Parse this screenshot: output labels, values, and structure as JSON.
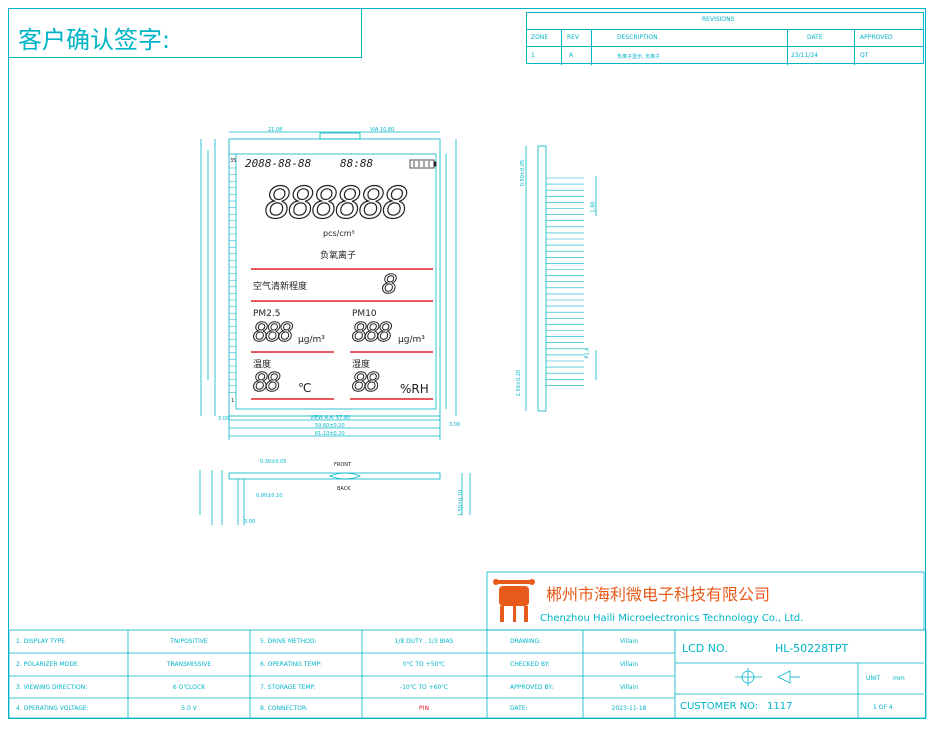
{
  "header": {
    "customer_sign": "客户确认签字:"
  },
  "revisions": {
    "title": "REVISIONS",
    "columns": [
      "ZONE",
      "REV",
      "DESCRIPTION",
      "DATE",
      "APPROVED"
    ],
    "row": {
      "zone": "1",
      "rev": "A",
      "description": "负离子显示, 负离子",
      "date": "23/11/24",
      "approved": "QT"
    }
  },
  "lcd": {
    "date_time": "2088-88-88",
    "time": "88:88",
    "big_digits": "888888",
    "unit_pcs": "pcs/cm³",
    "label_neg_ion": "负氧离子",
    "label_air_clean": "空气清新程度",
    "air_digit": "8",
    "label_pm25": "PM2.5",
    "pm25_digits": "888",
    "label_pm10": "PM10",
    "pm10_digits": "888",
    "unit_ug": "μg/m³",
    "label_temp": "温度",
    "temp_digits": "88",
    "temp_unit": "℃",
    "label_humidity": "湿度",
    "humidity_digits": "88",
    "humidity_unit": "%RH",
    "pin1": "1",
    "pin35": "35"
  },
  "dimensions": {
    "d_top_left": "21.08",
    "d_top_right": "VIA 10.80",
    "d_width_inner": "VIEW A.A. 57.80",
    "d_width_mid": "59.60±0.20",
    "d_width_outer": "61.10±0.20",
    "d_left_h": "3.00",
    "d_right_h": "3.00",
    "side_top": "0.50±0.05",
    "side_pitch": "1.80",
    "side_bottom": "2.50±0.20",
    "side_pin": "P1.8",
    "front": "FRONT",
    "back": "BACK",
    "bottom_a": "0.30±0.05",
    "bottom_b": "0.90±0.10",
    "bottom_c": "3.00",
    "bottom_d": "1.50±0.10"
  },
  "company": {
    "name_cn": "郴州市海利微电子科技有限公司",
    "name_en": "Chenzhou Haili Microelectronics Technology Co., Ltd.",
    "brand_color": "#e85a1a"
  },
  "spec_table": {
    "rows": [
      {
        "l1": "1. DISPLAY TYPE",
        "v1": "TN/POSITIVE",
        "l2": "5. DRIVE METHOD:",
        "v2": "1/8 DUTY , 1/3 BIAS",
        "l3": "DRAWING:",
        "v3": "Villain"
      },
      {
        "l1": "2. POLARIZER MODE",
        "v1": "TRANSMISSIVE",
        "l2": "6. OPERATING TEMP:",
        "v2": "0℃ TO +50℃",
        "l3": "CHECKED BY:",
        "v3": "Villain"
      },
      {
        "l1": "3. VIEWING DIRECTION:",
        "v1": "6 O'CLOCK",
        "l2": "7. STORAGE TEMP.",
        "v2": "-10℃ TO +60℃",
        "l3": "APPROVED BY:",
        "v3": "Villain"
      },
      {
        "l1": "4. OPERATING VOLTAGE:",
        "v1": "5.0 V",
        "l2": "8. CONNECTOR:",
        "v2": "PIN",
        "l3": "DATE:",
        "v3": "2023-11-18"
      }
    ],
    "lcd_no_label": "LCD NO.",
    "lcd_no": "HL-50228TPT",
    "unit_label": "UNIT",
    "unit_value": "mm",
    "customer_no_label": "CUSTOMER NO:",
    "customer_no": "1117",
    "sheet": "1 OF 4"
  }
}
